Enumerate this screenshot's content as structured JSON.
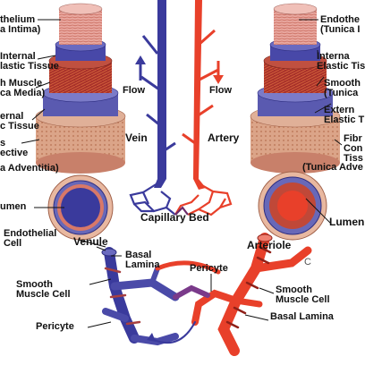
{
  "left_vessel": {
    "endothelium": "thelium\na Intima)",
    "internal_elastic": "Internal\nlastic Tissue",
    "smooth_muscle": "h Muscle\nca Media)",
    "external_elastic": "ernal\nc Tissue",
    "connective": "s\nective",
    "adventitia": "a Adventitia)",
    "lumen": "umen"
  },
  "right_vessel": {
    "endothelium": "Endothe\n(Tunica I",
    "internal_elastic": "Interna\nElastic Tiss",
    "smooth_muscle": "Smooth\n(Tunica",
    "external_elastic": "Extern\nElastic T",
    "fibrous": "Fibr\nCon\nTiss",
    "adventitia": "(Tunica Adve",
    "lumen": "Lumen"
  },
  "center": {
    "flow_left": "Flow",
    "flow_right": "Flow",
    "vein": "Vein",
    "artery": "Artery",
    "capillary_bed": "Capillary Bed"
  },
  "bottom": {
    "venule": "Venule",
    "endothelial_cell": "Endothelial\nCell",
    "basal_lamina_left": "Basal\nLamina",
    "smooth_muscle_left": "Smooth\nMuscle Cell",
    "pericyte_left": "Pericyte",
    "pericyte_center": "Pericyte",
    "arteriole": "Arteriole",
    "panel_letter": "C",
    "smooth_muscle_right": "Smooth\nMuscle Cell",
    "basal_lamina_right": "Basal Lamina"
  },
  "colors": {
    "vein_blue": "#3a3a9c",
    "artery_red": "#e8402a",
    "endothelium_pink": "#e8a0a0",
    "muscle_red": "#a8302a",
    "elastic_blue": "#5a5ab0",
    "adventitia_tan": "#d9a080"
  }
}
